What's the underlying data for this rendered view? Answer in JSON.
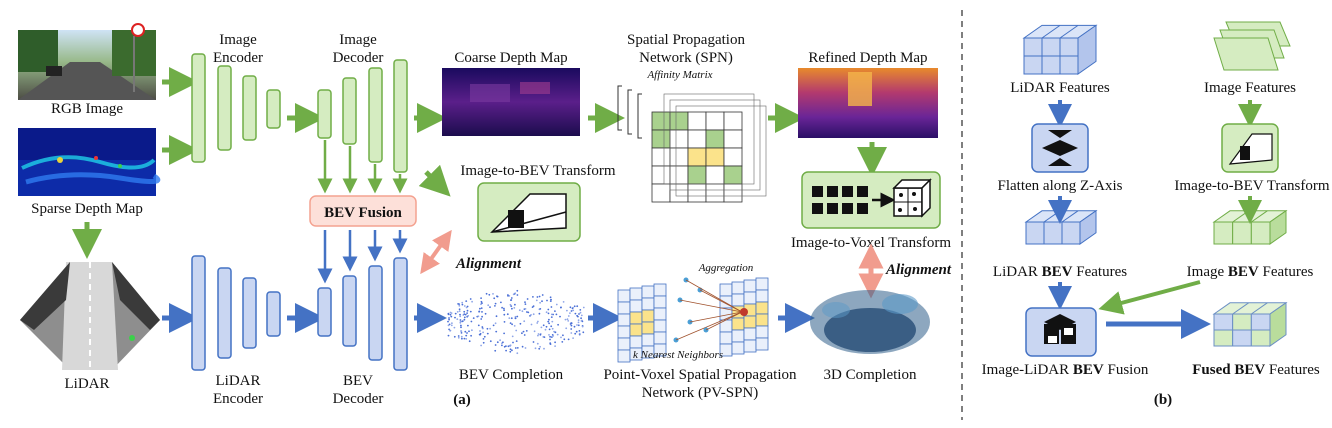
{
  "panel_a": {
    "caption": "(a)",
    "rgb_image": "RGB Image",
    "sparse_depth": "Sparse Depth Map",
    "lidar": "LiDAR",
    "image_encoder": [
      "Image",
      "Encoder"
    ],
    "image_decoder": [
      "Image",
      "Decoder"
    ],
    "lidar_encoder": [
      "LiDAR",
      "Encoder"
    ],
    "bev_decoder": [
      "BEV",
      "Decoder"
    ],
    "bev_fusion": "BEV Fusion",
    "coarse_depth": "Coarse Depth Map",
    "spn": [
      "Spatial Propagation",
      "Network (SPN)"
    ],
    "affinity_matrix": "Affinity Matrix",
    "refined_depth": "Refined Depth Map",
    "image_to_bev": "Image-to-BEV Transform",
    "image_to_voxel": "Image-to-Voxel Transform",
    "alignment": "Alignment",
    "alignment_right": "Alignment",
    "aggregation": "Aggregation",
    "knn": "k Nearest Neighbors",
    "bev_completion": "BEV Completion",
    "pv_spn": [
      "Point-Voxel Spatial Propagation",
      "Network (PV-SPN)"
    ],
    "completion_3d": "3D Completion"
  },
  "panel_b": {
    "caption": "(b)",
    "lidar_features": "LiDAR  Features",
    "image_features": "Image Features",
    "flatten": "Flatten along Z-Axis",
    "image_to_bev": "Image-to-BEV Transform",
    "lidar_bev_prefix": "LiDAR ",
    "image_bev_prefix": "Image ",
    "bev_word": "BEV",
    "features_suffix": " Features",
    "fusion_prefix": "Image-LiDAR ",
    "fusion_suffix": " Fusion",
    "fused_word": "Fused BEV",
    "fused_suffix": " Features"
  },
  "colors": {
    "green_fill": "#d5ecc1",
    "green_stroke": "#70ad47",
    "green_arrow": "#70ad47",
    "blue_fill": "#c9d6f2",
    "blue_stroke": "#4472c4",
    "blue_arrow": "#4472c4",
    "fusion_fill": "#fde0d9",
    "fusion_stroke": "#f4a290",
    "align_arrow": "#f19c8e",
    "highlight": "#fbe38b"
  }
}
